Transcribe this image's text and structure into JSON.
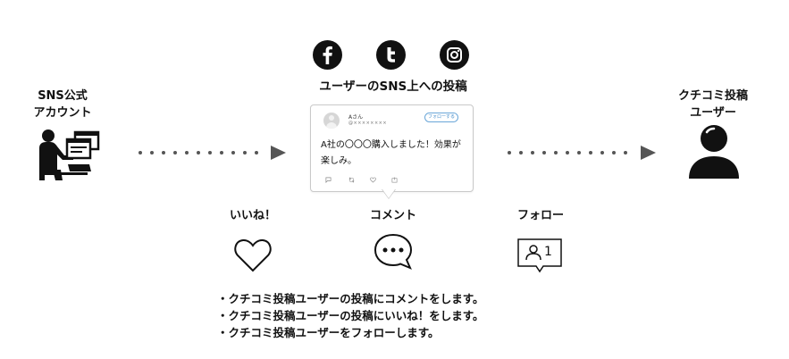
{
  "social": {
    "facebook_icon": "facebook-icon",
    "twitter_icon": "twitter-icon",
    "instagram_icon": "instagram-icon",
    "caption": "ユーザーのSNS上への投稿"
  },
  "left_actor": {
    "line1": "SNS公式",
    "line2": "アカウント",
    "icon": "person-at-computer-icon"
  },
  "right_actor": {
    "line1": "クチコミ投稿",
    "line2": "ユーザー",
    "icon": "user-silhouette-icon"
  },
  "post": {
    "name": "Aさん",
    "handle": "@××××××××",
    "follow_button": "フォローする",
    "text": "A社の〇〇〇購入しました！効果が楽しみ。"
  },
  "reactions": {
    "like": {
      "label": "いいね！",
      "icon": "heart-icon"
    },
    "comment": {
      "label": "コメント",
      "icon": "speech-bubble-icon"
    },
    "follow": {
      "label": "フォロー",
      "icon": "follower-count-icon",
      "count": "1"
    }
  },
  "bullets": [
    "・クチコミ投稿ユーザーの投稿にコメントをします。",
    "・クチコミ投稿ユーザーの投稿にいいね！をします。",
    "・クチコミ投稿ユーザーをフォローします。"
  ],
  "colors": {
    "ink": "#111111",
    "arrow": "#555555",
    "follow_accent": "#3d88c8"
  }
}
